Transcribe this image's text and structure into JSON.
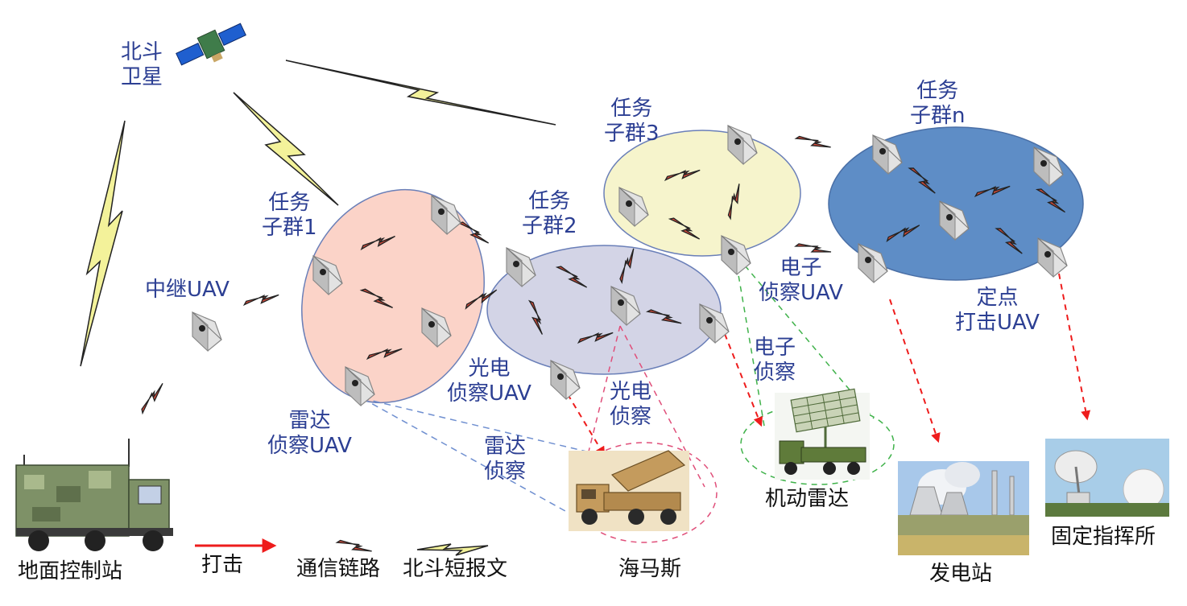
{
  "nodes": {
    "satellite": "北斗\n卫星",
    "relay_uav": "中继UAV",
    "group1": "任务\n子群1",
    "group2": "任务\n子群2",
    "group3": "任务\n子群3",
    "groupn": "任务\n子群n",
    "radar_uav": "雷达\n侦察UAV",
    "eo_uav": "光电\n侦察UAV",
    "ew_uav": "电子\n侦察UAV",
    "strike_uav": "定点\n打击UAV",
    "ground_station": "地面控制站",
    "himars": "海马斯",
    "mobile_radar": "机动雷达",
    "power_plant": "发电站",
    "command_post": "固定指挥所"
  },
  "links": {
    "eo_recon": "光电\n侦察",
    "ew_recon": "电子\n侦察",
    "radar_recon": "雷达\n侦察"
  },
  "legend": {
    "strike": "打击",
    "comm_link": "通信链路",
    "beidou_msg": "北斗短报文"
  },
  "colors": {
    "label": "#2c3f93",
    "group1_fill": "#fbd3c8",
    "group2_fill": "#d3d4e6",
    "group3_fill": "#f6f4cc",
    "groupn_fill": "#5e8dc6",
    "strike_arrow": "#ee1c1c",
    "beidou_bolt": "#f3f29a"
  }
}
